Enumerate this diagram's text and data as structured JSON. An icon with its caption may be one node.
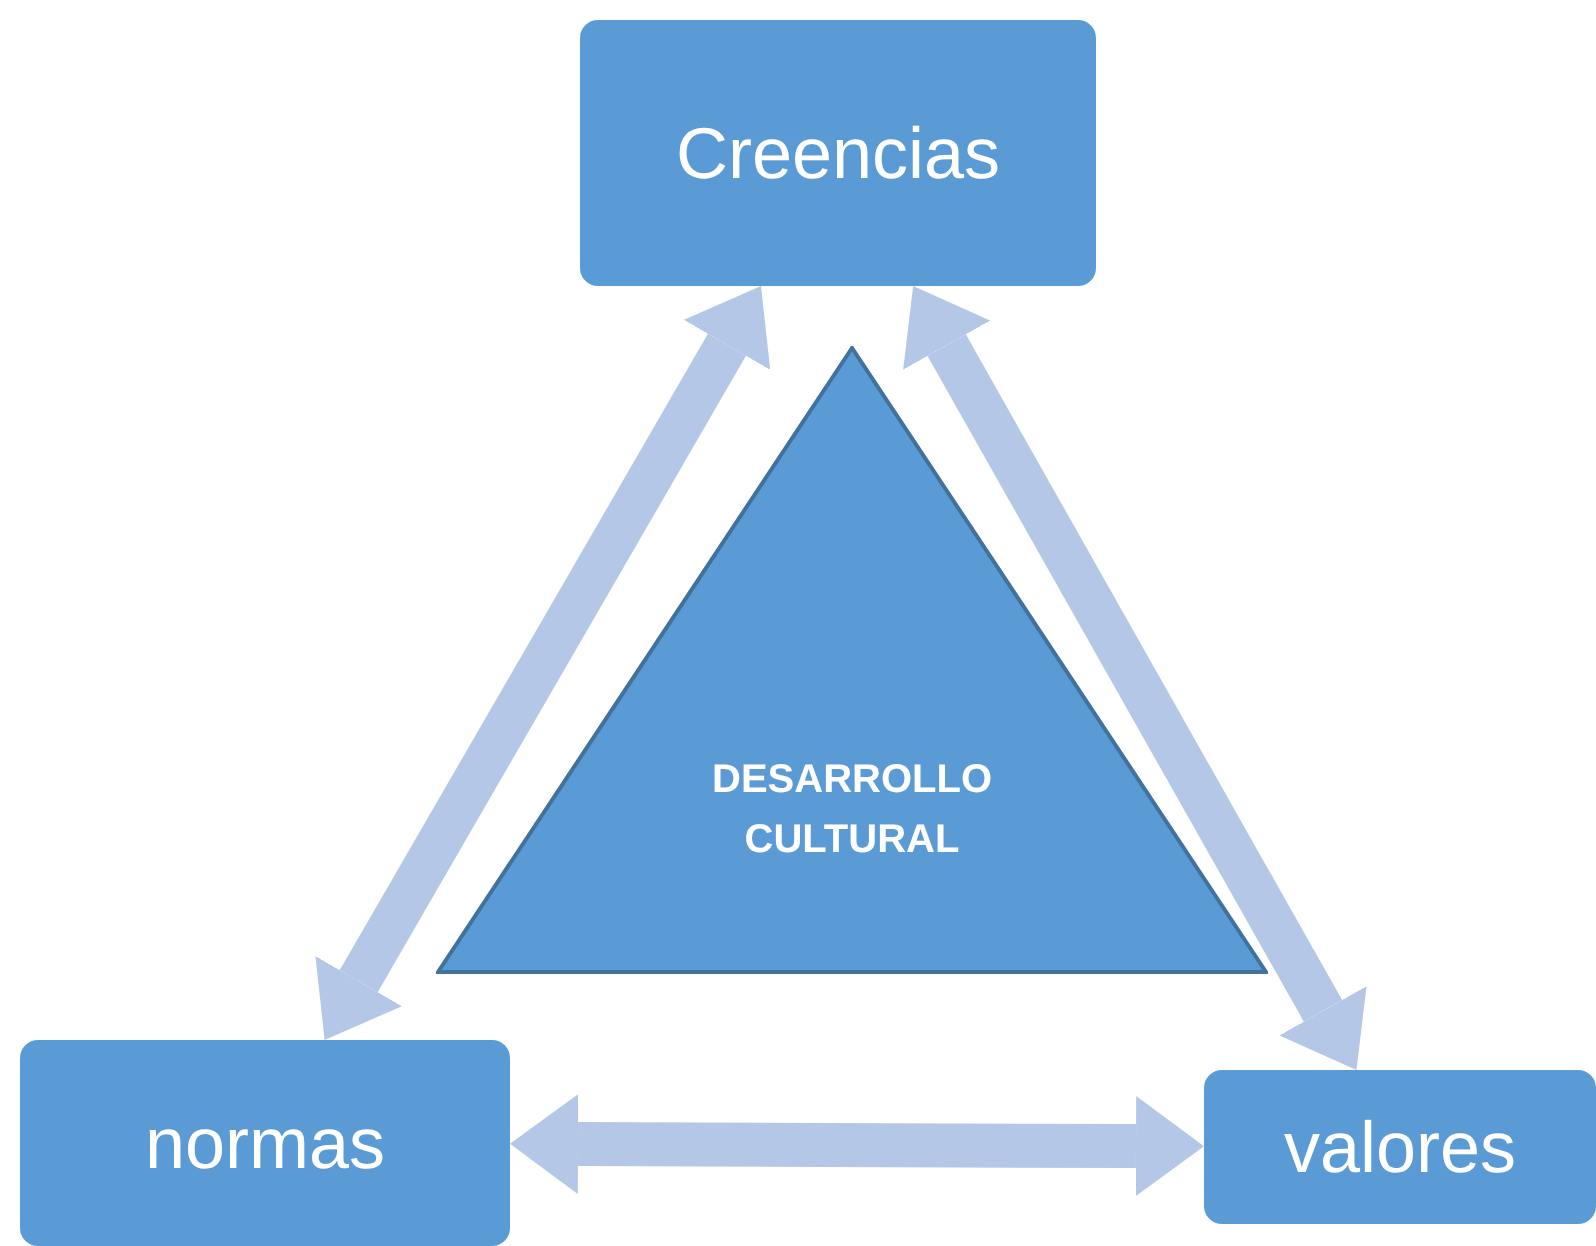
{
  "diagram": {
    "nodes": [
      {
        "text": [
          "Creencias"
        ]
      },
      {
        "text": [
          "DESARROLLO CULTURAL"
        ]
      },
      {
        "text": [
          "normas"
        ]
      },
      {
        "text": [
          "valores"
        ]
      }
    ],
    "edges": [
      {
        "from": 0,
        "to": 2,
        "arrow": "both"
      },
      {
        "from": 0,
        "to": 3,
        "arrow": "both"
      },
      {
        "from": 2,
        "to": 3,
        "arrow": "both"
      }
    ]
  }
}
